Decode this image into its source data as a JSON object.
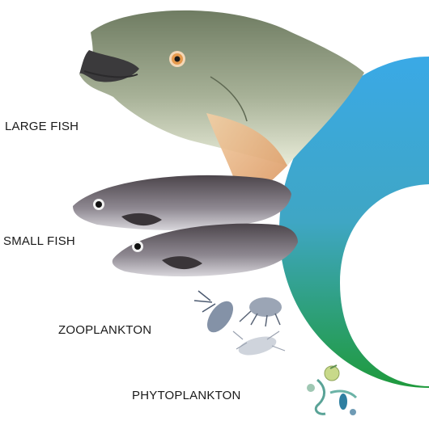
{
  "levels": [
    {
      "label": "LARGE FISH",
      "icon": "large-fish-icon"
    },
    {
      "label": "SMALL FISH",
      "icon": "small-fish-icon"
    },
    {
      "label": "ZOOPLANKTON",
      "icon": "zooplankton-icon"
    },
    {
      "label": "PHYTOPLANKTON",
      "icon": "phytoplankton-icon"
    }
  ],
  "colors": {
    "arc_top": "#3aa9e6",
    "arc_bottom": "#1f9a3c",
    "large_fish_back": "#6f7c62",
    "large_fish_belly": "#e9ecd9",
    "fin": "#e8b07c",
    "small_fish_back": "#5a5358",
    "small_fish_belly": "#d8d6db"
  }
}
